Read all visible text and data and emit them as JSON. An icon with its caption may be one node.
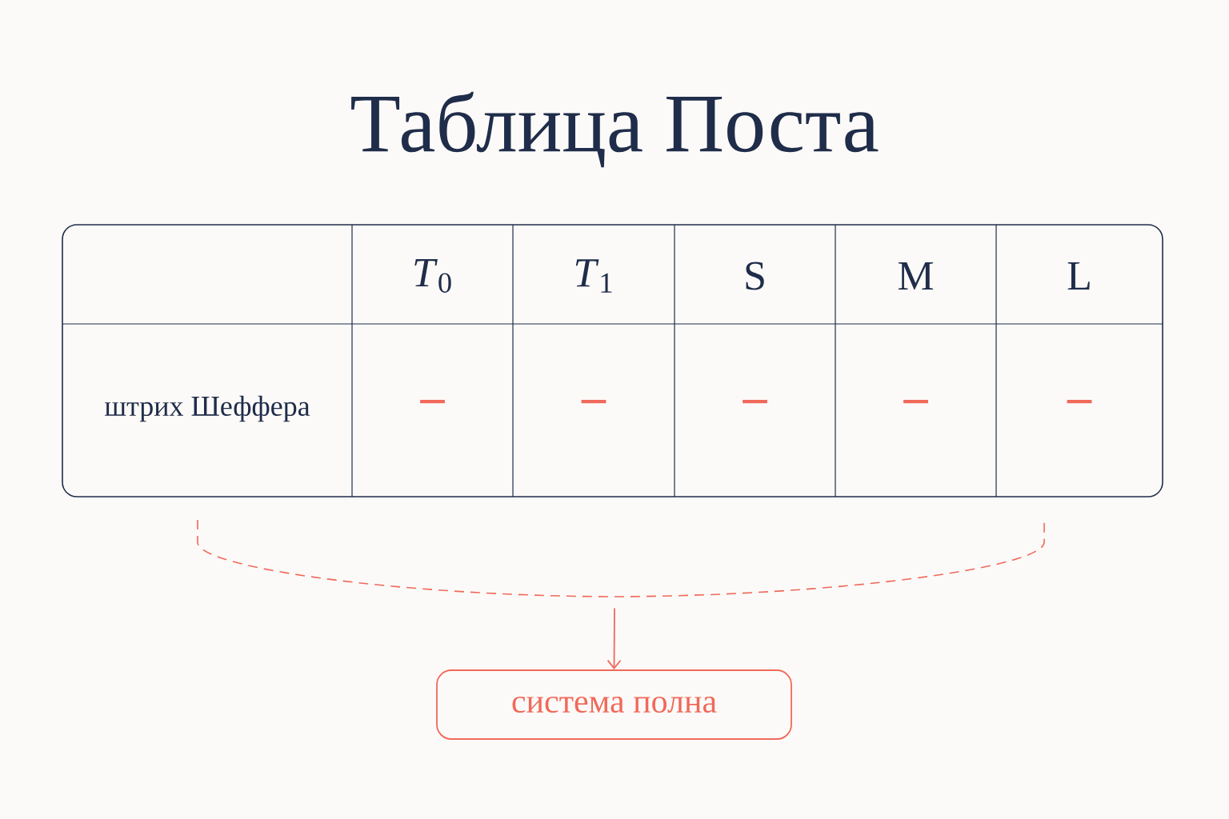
{
  "diagram": {
    "title": "Таблица Поста",
    "nodes": [
      {
        "text": [],
        "shape": "box"
      },
      {
        "text": [],
        "shape": "bracket"
      },
      {
        "text": [
          "система полна"
        ]
      }
    ],
    "edges": [
      {
        "from": 1,
        "to": 2,
        "arrow": "to"
      }
    ],
    "labels": [
      "*T*$_{0}$",
      "*T*$_{1}$",
      "S",
      "M",
      "L",
      "штрих Шеффера",
      "–",
      "–",
      "–",
      "–",
      "–"
    ]
  }
}
